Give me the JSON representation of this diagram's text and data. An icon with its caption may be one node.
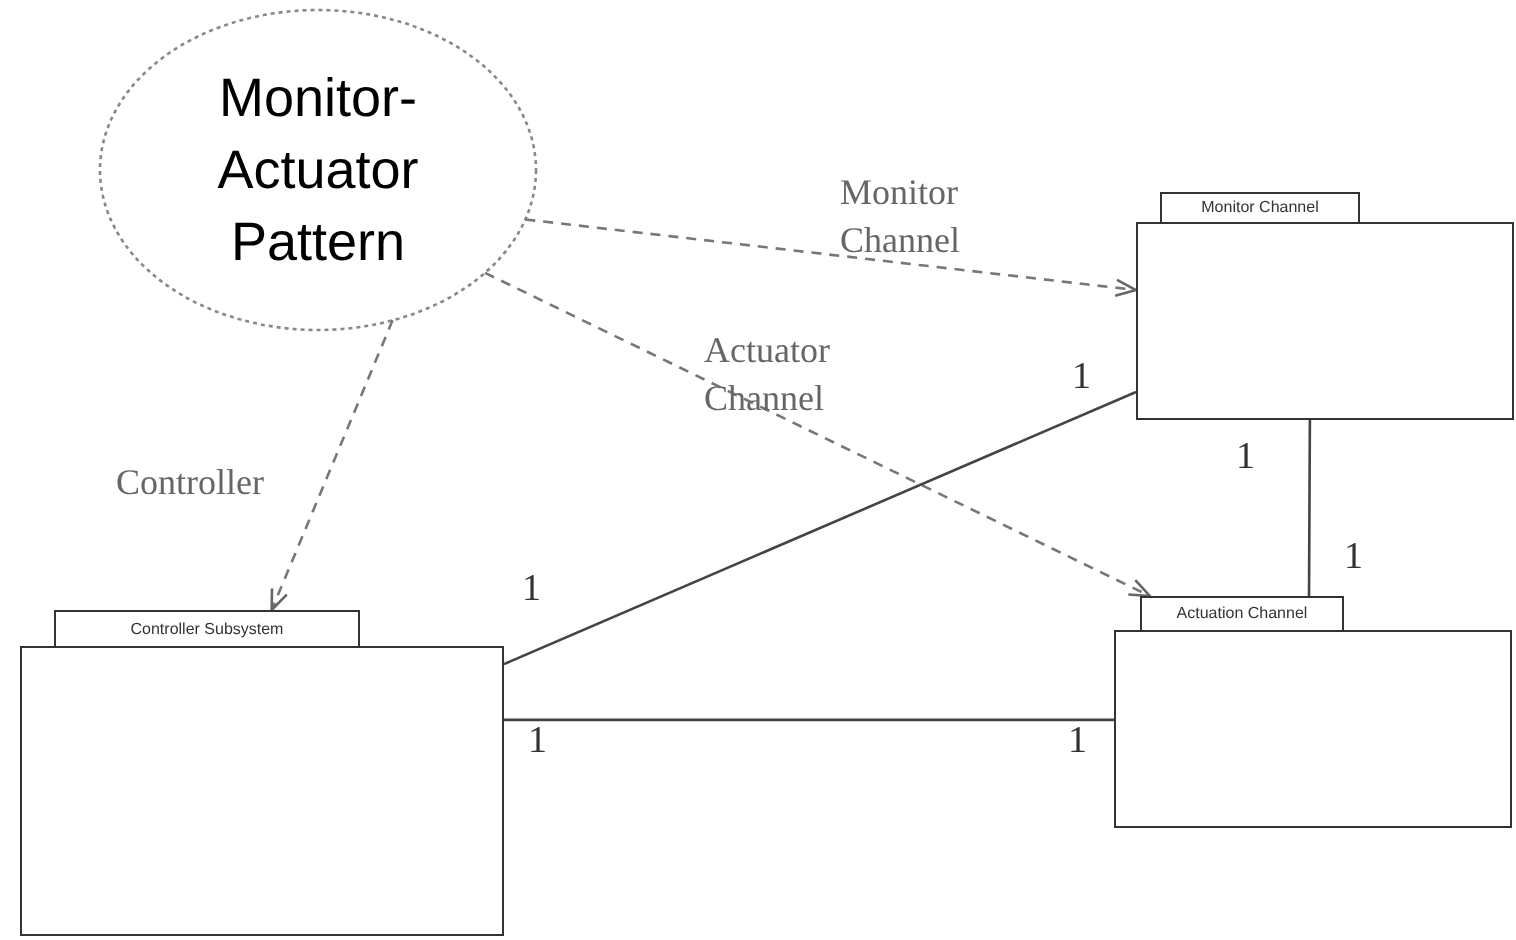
{
  "diagram": {
    "nodes": [
      {
        "text": [
          "Monitor-Actuator Pattern"
        ]
      },
      {
        "text": [
          "Monitor Channel"
        ]
      },
      {
        "text": [
          "Controller Subsystem"
        ]
      },
      {
        "text": [
          "Actuation Channel"
        ]
      }
    ],
    "edges": [
      {
        "from": 0,
        "to": 1,
        "arrow": "to",
        "label": "Monitor Channel",
        "style": "dashed"
      },
      {
        "from": 0,
        "to": 3,
        "arrow": "to",
        "label": "Actuator Channel",
        "style": "dashed"
      },
      {
        "from": 0,
        "to": 2,
        "arrow": "to",
        "label": "Controller",
        "style": "dashed"
      },
      {
        "from": 2,
        "to": 1,
        "arrow": "none"
      },
      {
        "from": 2,
        "to": 3,
        "arrow": "none"
      },
      {
        "from": 1,
        "to": 3,
        "arrow": "none"
      }
    ],
    "labels": [
      "1",
      "1",
      "1",
      "1",
      "1",
      "1"
    ]
  }
}
